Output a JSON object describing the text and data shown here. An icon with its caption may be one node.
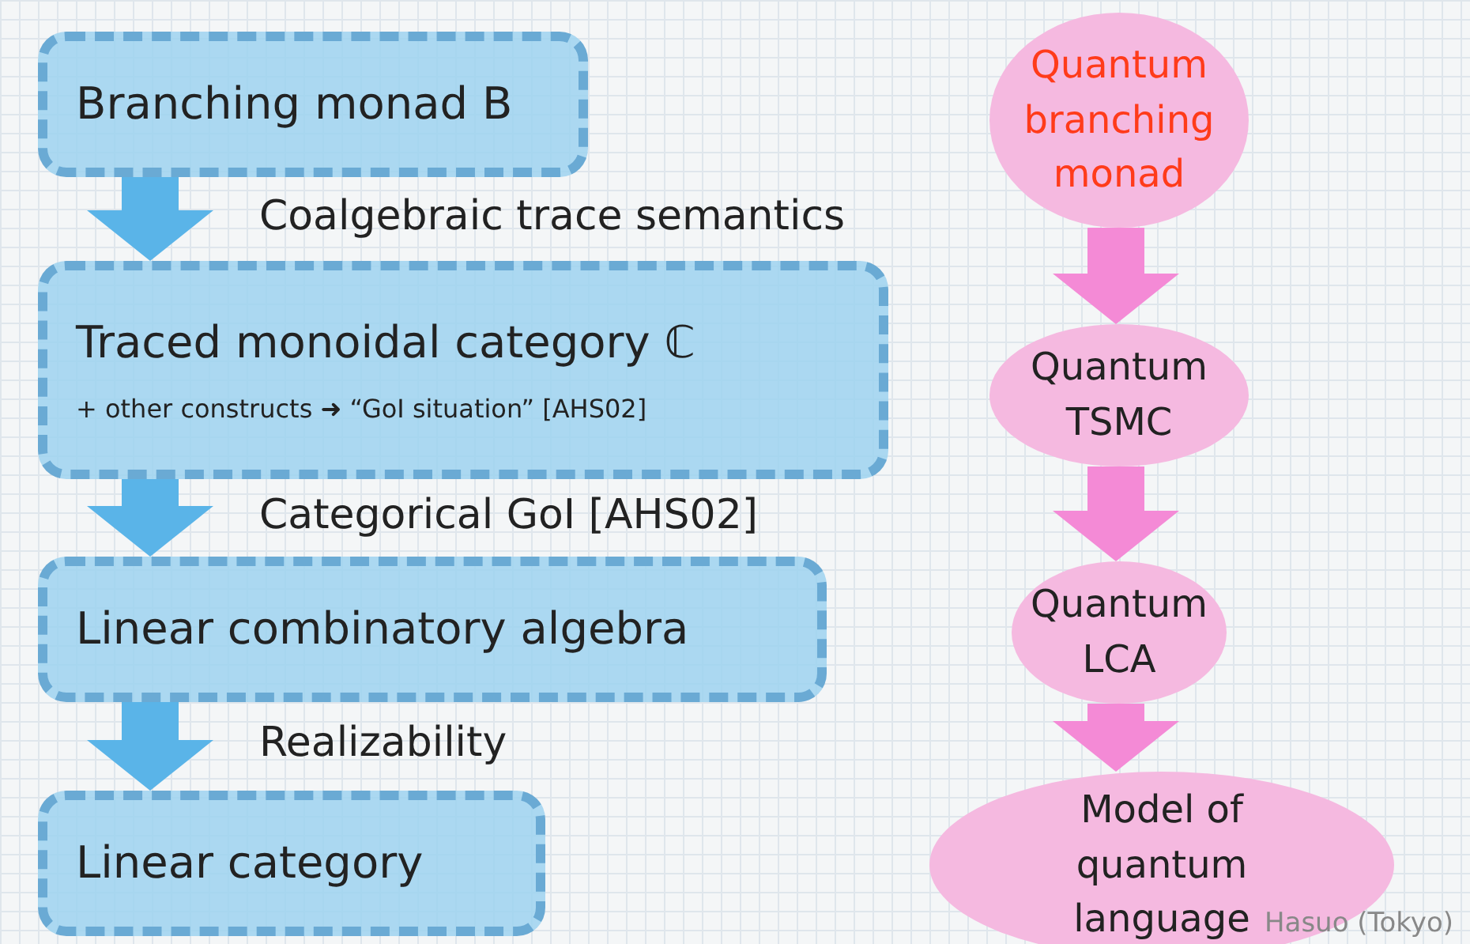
{
  "diagram": {
    "nodes": [
      {
        "text": [
          "Branching monad B"
        ]
      },
      {
        "text": [
          "Traced monoidal category ℂ",
          "+ other constructs ➜ “GoI situation” [AHS02]"
        ]
      },
      {
        "text": [
          "Linear combinatory algebra"
        ]
      },
      {
        "text": [
          "Linear category"
        ]
      },
      {
        "text": [
          "Quantum branching monad"
        ]
      },
      {
        "text": [
          "Quantum TSMC"
        ]
      },
      {
        "text": [
          "Quantum LCA"
        ]
      },
      {
        "text": [
          "Model of quantum language"
        ]
      }
    ],
    "edges": [
      {
        "from": 0,
        "to": 1,
        "arrow": "to",
        "label": "Coalgebraic trace semantics",
        "color": "#5ab4e8"
      },
      {
        "from": 1,
        "to": 2,
        "arrow": "to",
        "label": "Categorical GoI [AHS02]",
        "color": "#5ab4e8"
      },
      {
        "from": 2,
        "to": 3,
        "arrow": "to",
        "label": "Realizability",
        "color": "#5ab4e8"
      },
      {
        "from": 4,
        "to": 5,
        "arrow": "to",
        "color": "#f48ad6"
      },
      {
        "from": 5,
        "to": 6,
        "arrow": "to",
        "color": "#f48ad6"
      },
      {
        "from": 6,
        "to": 7,
        "arrow": "to",
        "color": "#f48ad6"
      }
    ],
    "labels": [
      "Hasuo (Tokyo)"
    ]
  }
}
